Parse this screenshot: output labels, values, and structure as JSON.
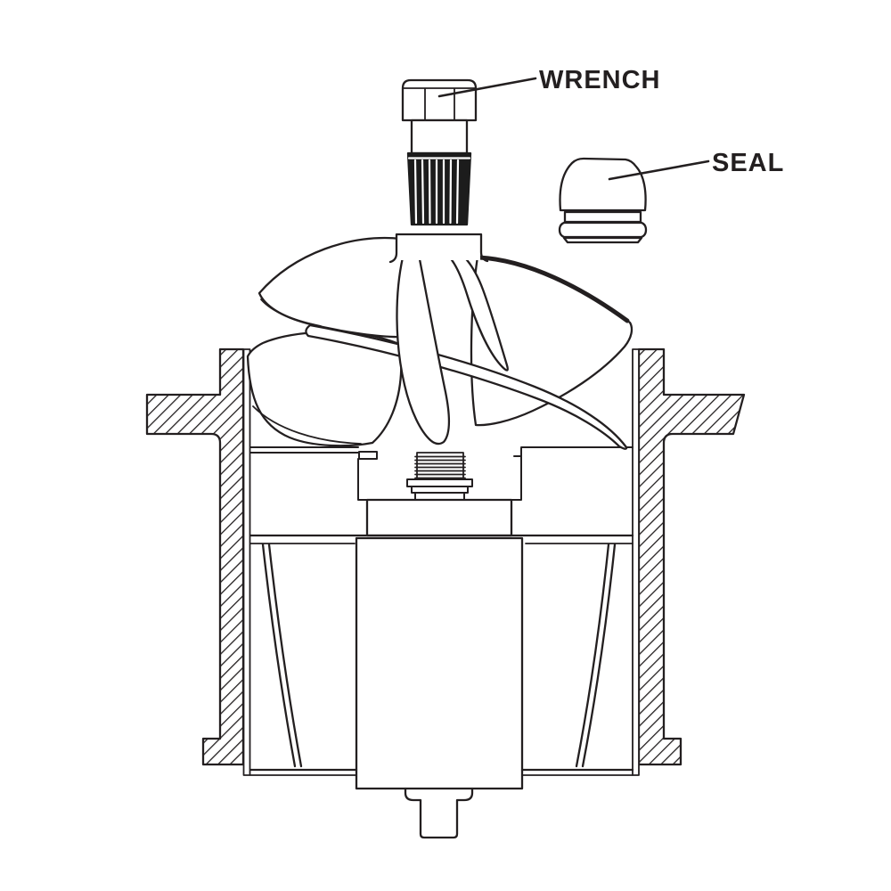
{
  "diagram": {
    "background": "#ffffff",
    "line_color": "#231f20",
    "labels": [
      {
        "id": "wrench",
        "text": "WRENCH"
      },
      {
        "id": "seal",
        "text": "SEAL"
      }
    ]
  }
}
